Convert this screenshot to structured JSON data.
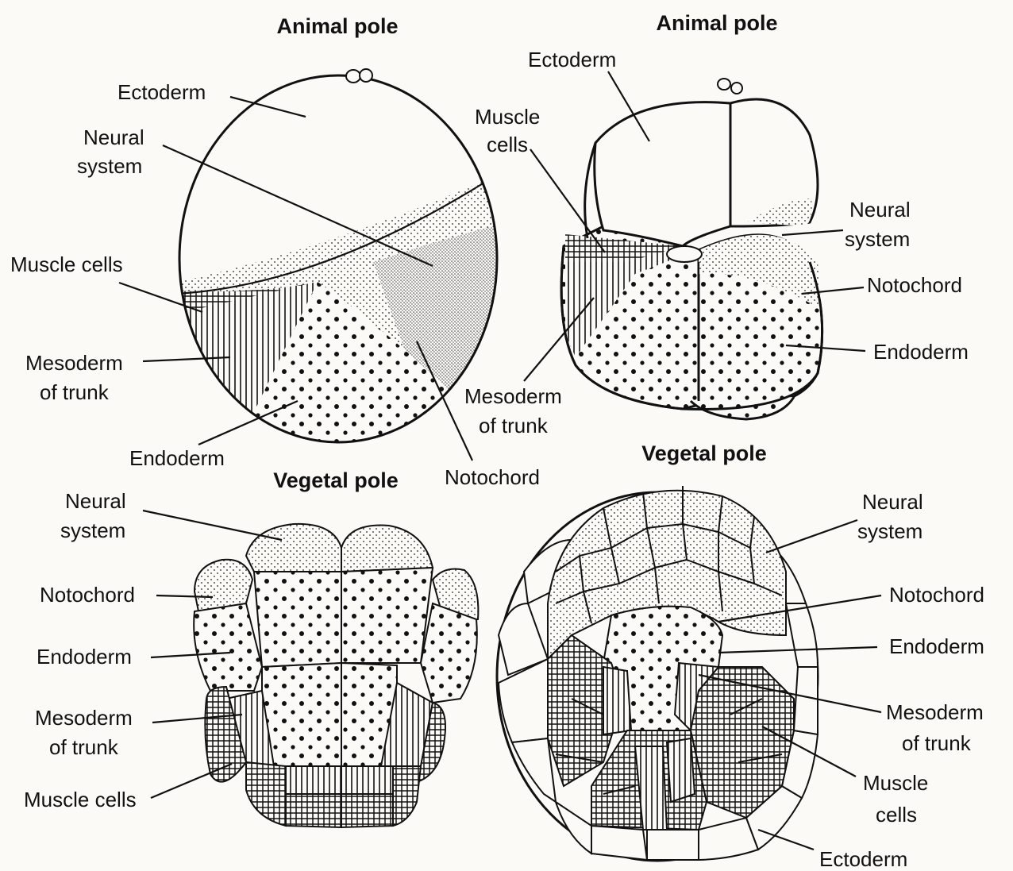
{
  "panels": {
    "top_left": {
      "title": "Animal pole",
      "labels": {
        "ectoderm": "Ectoderm",
        "neural_1": "Neural",
        "neural_2": "system",
        "muscle": "Muscle cells",
        "mesoderm_1": "Mesoderm",
        "mesoderm_2": "of trunk",
        "endoderm": "Endoderm",
        "notochord": "Notochord"
      },
      "bottom_title": "Vegetal pole"
    },
    "top_right": {
      "title": "Animal pole",
      "labels": {
        "ectoderm": "Ectoderm",
        "muscle_1": "Muscle",
        "muscle_2": "cells",
        "neural_1": "Neural",
        "neural_2": "system",
        "notochord": "Notochord",
        "endoderm": "Endoderm",
        "mesoderm_1": "Mesoderm",
        "mesoderm_2": "of trunk"
      },
      "bottom_title": "Vegetal pole"
    },
    "bottom_left": {
      "labels": {
        "neural_1": "Neural",
        "neural_2": "system",
        "notochord": "Notochord",
        "endoderm": "Endoderm",
        "mesoderm_1": "Mesoderm",
        "mesoderm_2": "of trunk",
        "muscle": "Muscle cells"
      }
    },
    "bottom_right": {
      "labels": {
        "neural_1": "Neural",
        "neural_2": "system",
        "notochord": "Notochord",
        "endoderm": "Endoderm",
        "mesoderm_1": "Mesoderm",
        "mesoderm_2": "of trunk",
        "muscle_1": "Muscle",
        "muscle_2": "cells",
        "ectoderm": "Ectoderm"
      }
    }
  }
}
